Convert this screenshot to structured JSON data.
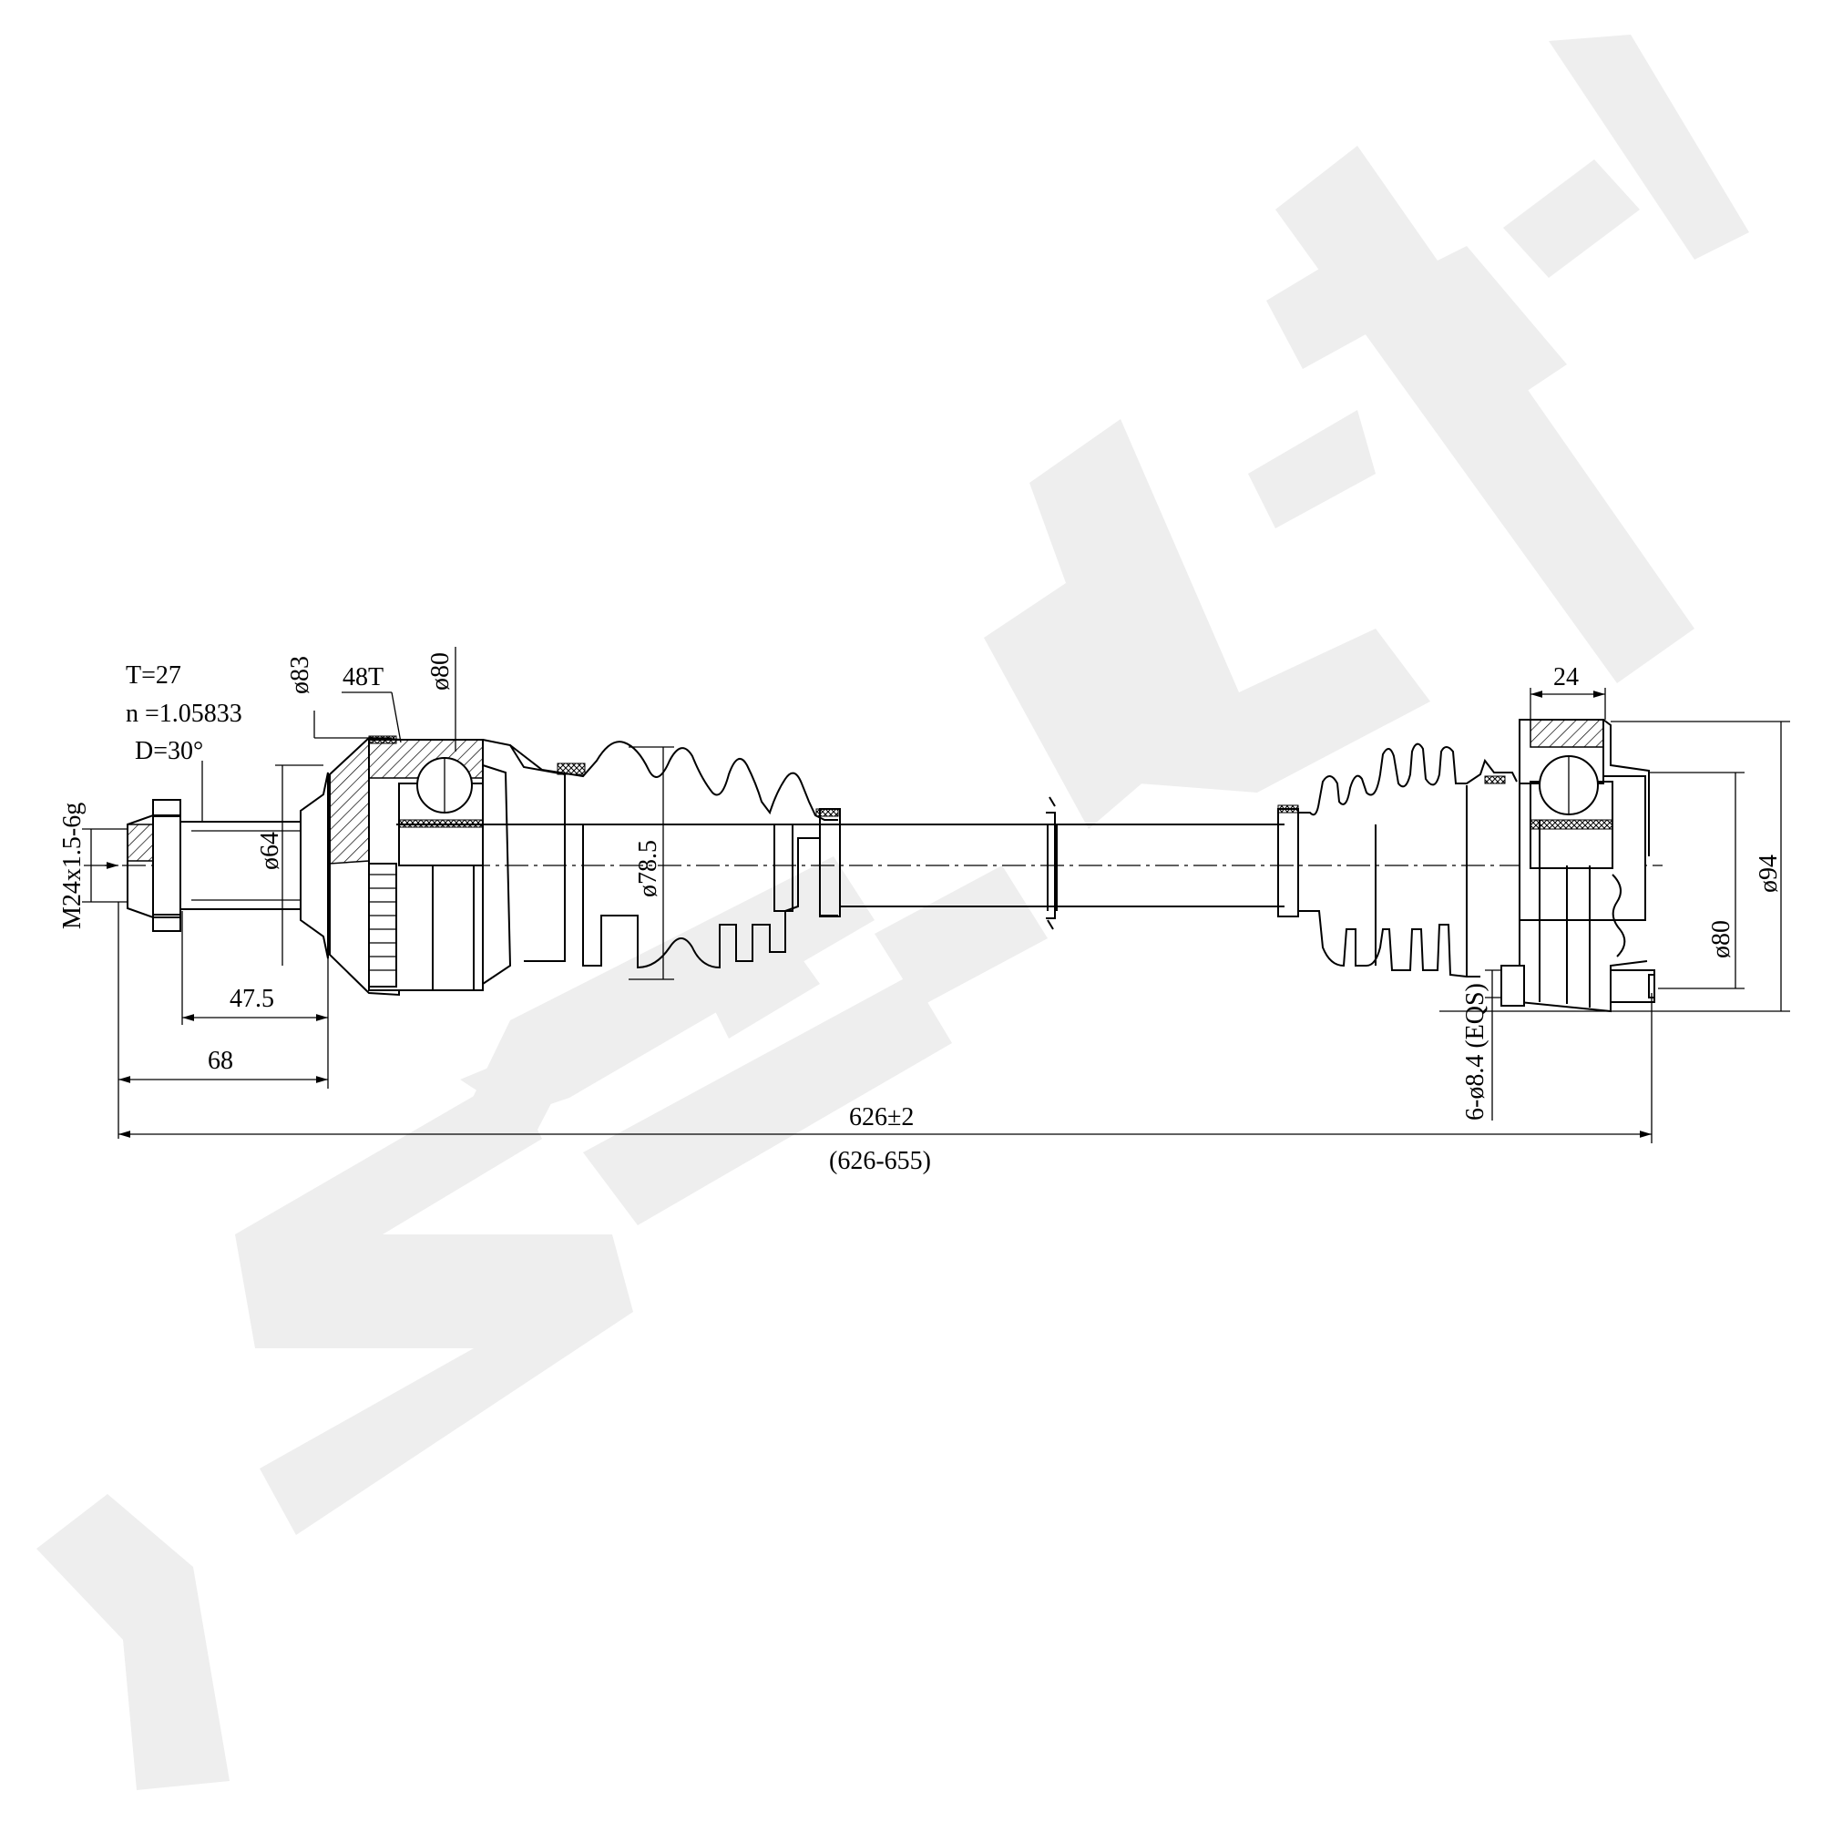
{
  "drawing": {
    "watermark": "ZENNEK",
    "thread_spec": "M24x1.5-6g",
    "spline": {
      "teeth": "T=27",
      "module": "n =1.05833",
      "pressure_angle": "D=30°"
    },
    "outer_joint": {
      "diameter_1": "ø83",
      "abs_teeth": "48T",
      "diameter_2": "ø80",
      "diameter_3": "ø64",
      "boot_diameter": "ø78.5",
      "length_1": "47.5",
      "length_2": "68"
    },
    "inner_joint": {
      "width": "24",
      "diameter_1": "ø94",
      "diameter_2": "ø80",
      "bolt_holes": "6-ø8.4 (EQS)"
    },
    "overall": {
      "length": "626±2",
      "range": "(626-655)"
    }
  }
}
